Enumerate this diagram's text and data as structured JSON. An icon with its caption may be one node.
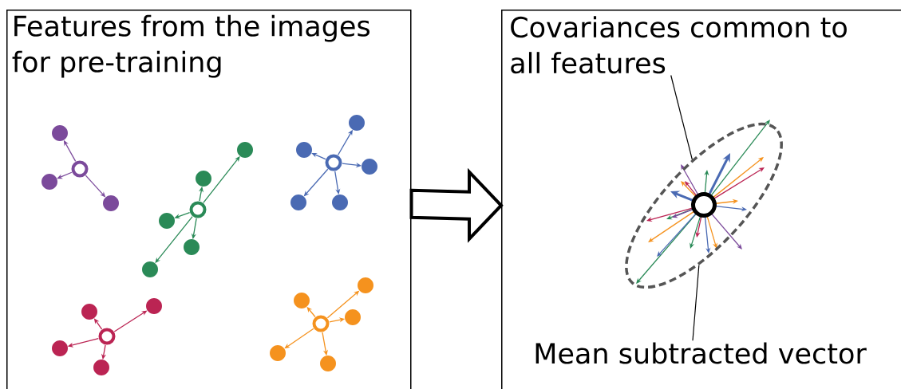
{
  "diagram": {
    "nodes": [
      {
        "text": [
          "Features from the images for pre-training"
        ]
      },
      {
        "text": [],
        "shape": "box"
      },
      {
        "text": [
          "Covariances common to all features"
        ],
        "in": 1
      },
      {
        "text": [],
        "shape": "ellipse",
        "in": 1
      },
      {
        "text": [
          "Mean subtracted vector"
        ],
        "in": 1
      }
    ],
    "edges": [
      {
        "from": 0,
        "to": 1,
        "arrow": "to",
        "style": "thick"
      },
      {
        "from": 2,
        "to": 3,
        "arrow": "none"
      },
      {
        "from": 4,
        "to": 3,
        "arrow": "none"
      }
    ]
  }
}
